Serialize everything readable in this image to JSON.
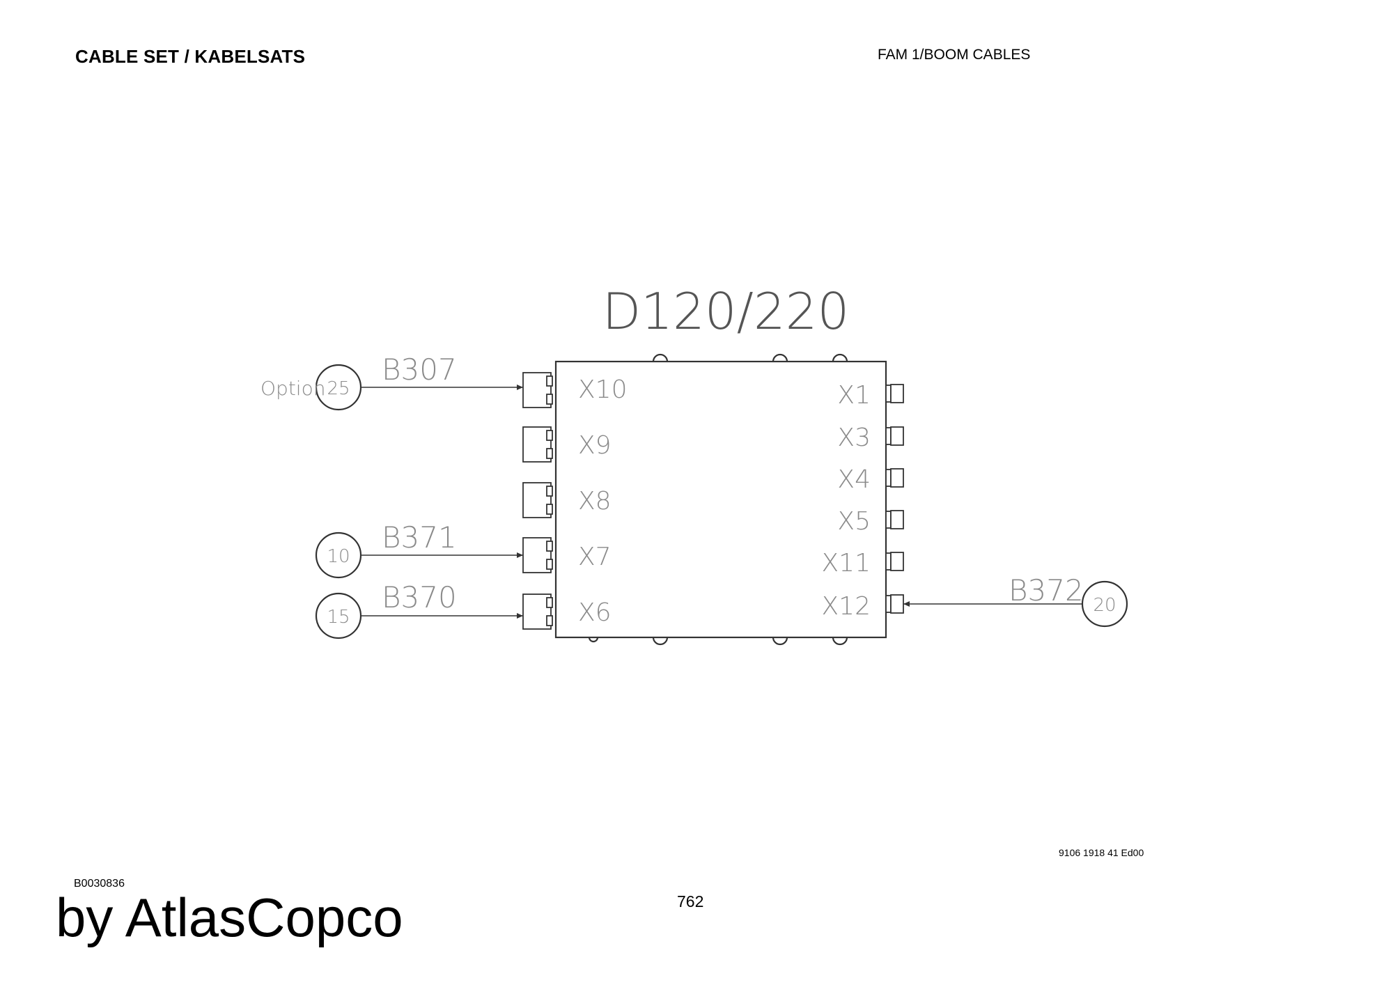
{
  "header": {
    "left_title": "CABLE SET / KABELSATS",
    "right_title": "FAM 1/BOOM CABLES"
  },
  "diagram": {
    "module_title": "D120/220",
    "left_ports": [
      "X10",
      "X9",
      "X8",
      "X7",
      "X6"
    ],
    "right_ports": [
      "X1",
      "X3",
      "X4",
      "X5",
      "X11",
      "X12"
    ],
    "cables": [
      {
        "cable": "B307",
        "item": "25",
        "port": "X10",
        "note": "Option"
      },
      {
        "cable": "B371",
        "item": "10",
        "port": "X7"
      },
      {
        "cable": "B370",
        "item": "15",
        "port": "X6"
      },
      {
        "cable": "B372",
        "item": "20",
        "port": "X12"
      }
    ]
  },
  "footer": {
    "doc_number": "9106 1918 41 Ed00",
    "figure_ref": "B0030836",
    "page_number": "762",
    "brand": "by AtlasCopco"
  }
}
